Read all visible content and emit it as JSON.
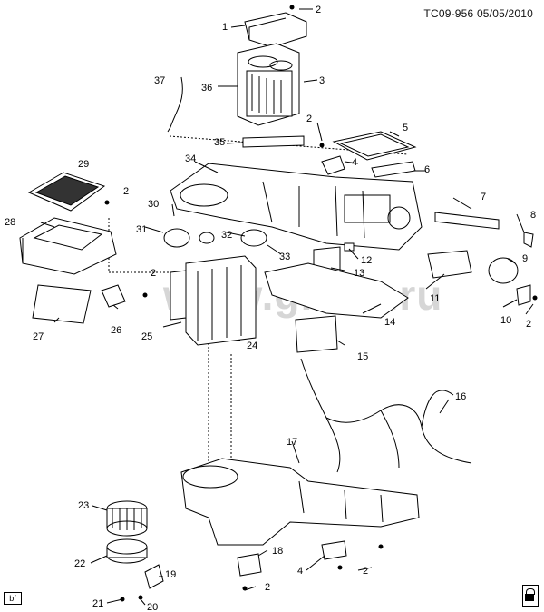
{
  "header": {
    "diagram_id": "TC09-956",
    "date": "05/05/2010"
  },
  "watermark": "www.gmsk.ru",
  "corner_tag": "bf",
  "callouts": [
    "1",
    "2",
    "3",
    "36",
    "37",
    "2",
    "4",
    "5",
    "35",
    "6",
    "34",
    "29",
    "2",
    "7",
    "30",
    "28",
    "8",
    "31",
    "32",
    "33",
    "12",
    "9",
    "2",
    "13",
    "11",
    "26",
    "27",
    "25",
    "24",
    "14",
    "10",
    "2",
    "15",
    "16",
    "17",
    "23",
    "18",
    "22",
    "19",
    "4",
    "2",
    "2",
    "21",
    "20"
  ]
}
